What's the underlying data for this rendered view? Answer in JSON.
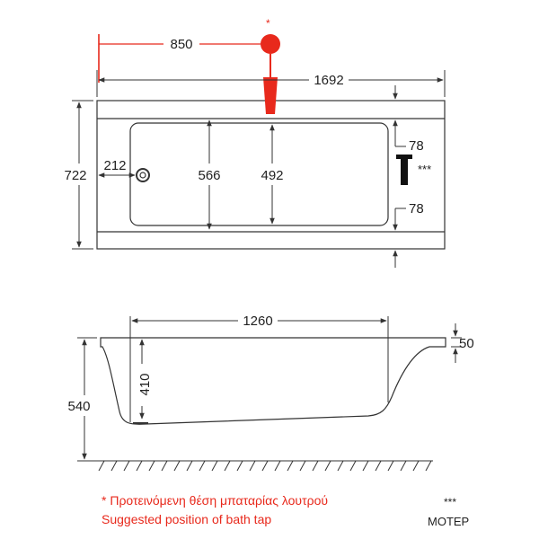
{
  "top_view": {
    "tap_marker": "*",
    "dimensions": {
      "tap_offset": "850",
      "overall_length": "1692",
      "overall_width": "722",
      "waste_offset": "212",
      "inner_width_outer": "566",
      "inner_width_inner": "492",
      "motor_top_offset": "78",
      "motor_bottom_offset": "78"
    },
    "motor_marker": "***"
  },
  "side_view": {
    "dimensions": {
      "base_length": "1260",
      "rim_thickness": "50",
      "depth": "410",
      "total_height": "540"
    }
  },
  "legend": {
    "tap_note_greek": "* Προτεινόμενη θέση μπαταρίας λουτρού",
    "tap_note_english": "Suggested position of bath tap",
    "motor_symbol": "***",
    "motor_label": "ΜΟΤΕΡ"
  },
  "colors": {
    "line": "#333333",
    "accent": "#e8291c"
  }
}
